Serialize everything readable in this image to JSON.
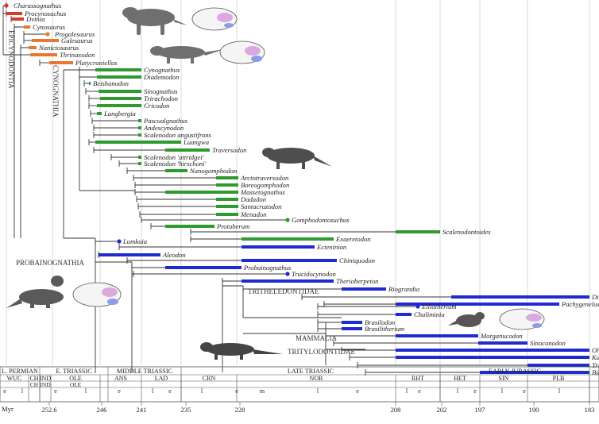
{
  "clades": {
    "epicynodontia": "EPICYNODONTIA",
    "cynognathia": "CYNOGNATHIA",
    "probainognathia": "PROBAINOGNATHIA",
    "tritheledontidae": "TRITHELEDONTIDAE",
    "mammalia": "MAMMALIA",
    "tritylodontidae": "TRITYLODONTIDAE"
  },
  "taxa": [
    {
      "name": "Charassognathus",
      "group": "basal"
    },
    {
      "name": "Procynosuchus",
      "group": "basal"
    },
    {
      "name": "Dvinia",
      "group": "basal"
    },
    {
      "name": "Cynosaurus",
      "group": "epi"
    },
    {
      "name": "Progalesaurus",
      "group": "epi"
    },
    {
      "name": "Galesaurus",
      "group": "epi"
    },
    {
      "name": "Nanictosaurus",
      "group": "epi"
    },
    {
      "name": "Thrinaxodon",
      "group": "epi"
    },
    {
      "name": "Platycraniellus",
      "group": "epi"
    },
    {
      "name": "Cynognathus",
      "group": "cyno"
    },
    {
      "name": "Diademodon",
      "group": "cyno"
    },
    {
      "name": "Beishanodon",
      "group": "cyno"
    },
    {
      "name": "Sinognathus",
      "group": "cyno"
    },
    {
      "name": "Trirachodon",
      "group": "cyno"
    },
    {
      "name": "Cricodon",
      "group": "cyno"
    },
    {
      "name": "Langbergia",
      "group": "cyno"
    },
    {
      "name": "Pascualgnathus",
      "group": "cyno"
    },
    {
      "name": "Andescynodon",
      "group": "cyno"
    },
    {
      "name": "Scalenodon angustifrons",
      "group": "cyno"
    },
    {
      "name": "Luangwa",
      "group": "cyno"
    },
    {
      "name": "Traversodon",
      "group": "cyno"
    },
    {
      "name": "Scalenodon 'attridgei'",
      "group": "cyno"
    },
    {
      "name": "Scalenodon 'hirschoni'",
      "group": "cyno"
    },
    {
      "name": "Nanogomphodon",
      "group": "cyno"
    },
    {
      "name": "Arctotraversodon",
      "group": "cyno"
    },
    {
      "name": "Boreogomphodon",
      "group": "cyno"
    },
    {
      "name": "Massetognathus",
      "group": "cyno"
    },
    {
      "name": "Dadadon",
      "group": "cyno"
    },
    {
      "name": "Santacruzodon",
      "group": "cyno"
    },
    {
      "name": "Menadon",
      "group": "cyno"
    },
    {
      "name": "Gomphodontosuchus",
      "group": "cyno"
    },
    {
      "name": "Protuberum",
      "group": "cyno"
    },
    {
      "name": "Scalenodontoides",
      "group": "cyno"
    },
    {
      "name": "Exaeretodon",
      "group": "cyno"
    },
    {
      "name": "Lumkuia",
      "group": "prob"
    },
    {
      "name": "Ecteninion",
      "group": "prob"
    },
    {
      "name": "Aleodon",
      "group": "prob"
    },
    {
      "name": "Chiniquodon",
      "group": "prob"
    },
    {
      "name": "Probainognathus",
      "group": "prob"
    },
    {
      "name": "Trucidocynodon",
      "group": "prob"
    },
    {
      "name": "Therioherpeton",
      "group": "prob"
    },
    {
      "name": "Riograndia",
      "group": "prob"
    },
    {
      "name": "Diarthrognathus",
      "group": "prob"
    },
    {
      "name": "Pachygenelus",
      "group": "prob"
    },
    {
      "name": "Elliotherium",
      "group": "prob"
    },
    {
      "name": "Chaliminia",
      "group": "prob"
    },
    {
      "name": "Brasilodon",
      "group": "prob"
    },
    {
      "name": "Brasilitherium",
      "group": "prob"
    },
    {
      "name": "Morganucodon",
      "group": "prob"
    },
    {
      "name": "Sinoconodon",
      "group": "prob"
    },
    {
      "name": "Oligokyphus",
      "group": "prob"
    },
    {
      "name": "Kayentatherium",
      "group": "prob"
    },
    {
      "name": "Tritylodon",
      "group": "prob"
    },
    {
      "name": "Bienotherium",
      "group": "prob"
    }
  ],
  "timescale": {
    "periods": [
      "L. PERMIAN",
      "E. TRIASSIC",
      "MIDDLE TRIASSIC",
      "LATE TRIASSIC",
      "EARLY JURASSIC"
    ],
    "stages": [
      "WUC",
      "CH",
      "IND",
      "OLE",
      "ANS",
      "LAD",
      "CRN",
      "NOR",
      "RHT",
      "HET",
      "SIN",
      "PLB"
    ],
    "stages_small": [
      "CH",
      "IND",
      "OLE"
    ],
    "substages": [
      "e",
      "l",
      "e",
      "l",
      "e",
      "l",
      "e",
      "l",
      "e",
      "m",
      "l",
      "e",
      "l",
      "e",
      "l",
      "e",
      "l",
      "e",
      "l"
    ],
    "unit_label": "Myr",
    "ages": [
      "252.6",
      "246",
      "241",
      "235",
      "228",
      "208",
      "202",
      "197",
      "190",
      "183"
    ]
  },
  "colors": {
    "basal": "#d93a2b",
    "epi": "#e8782f",
    "cyno": "#2f9a2f",
    "prob": "#1f2bd0",
    "tree": "#333333"
  }
}
